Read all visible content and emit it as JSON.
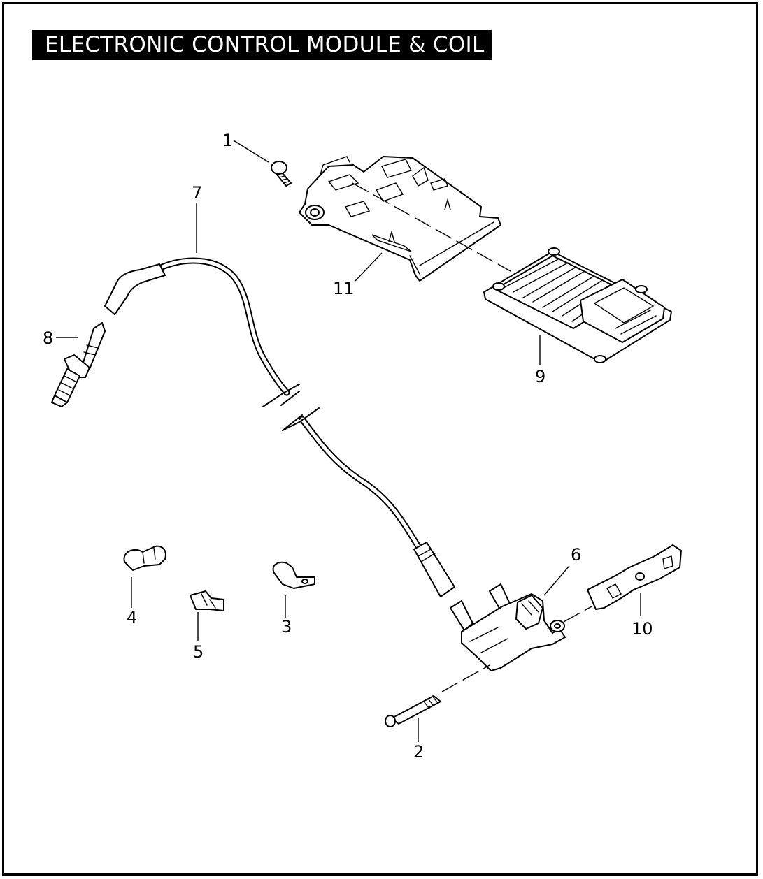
{
  "title": "ELECTRONIC CONTROL MODULE & COIL",
  "callouts": {
    "c1": "1",
    "c2": "2",
    "c3": "3",
    "c4": "4",
    "c5": "5",
    "c6": "6",
    "c7": "7",
    "c8": "8",
    "c9": "9",
    "c10": "10",
    "c11": "11"
  },
  "parts": [
    {
      "callout": "1",
      "icon": "screw-icon"
    },
    {
      "callout": "2",
      "icon": "long-bolt-icon"
    },
    {
      "callout": "3",
      "icon": "cable-clip-icon"
    },
    {
      "callout": "4",
      "icon": "double-clip-icon"
    },
    {
      "callout": "5",
      "icon": "wire-clip-icon"
    },
    {
      "callout": "6",
      "icon": "ignition-coil-icon"
    },
    {
      "callout": "7",
      "icon": "spark-plug-cable-icon"
    },
    {
      "callout": "8",
      "icon": "spark-plug-icon"
    },
    {
      "callout": "9",
      "icon": "ecm-module-icon"
    },
    {
      "callout": "10",
      "icon": "mounting-bracket-icon"
    },
    {
      "callout": "11",
      "icon": "ecm-tray-icon"
    }
  ]
}
